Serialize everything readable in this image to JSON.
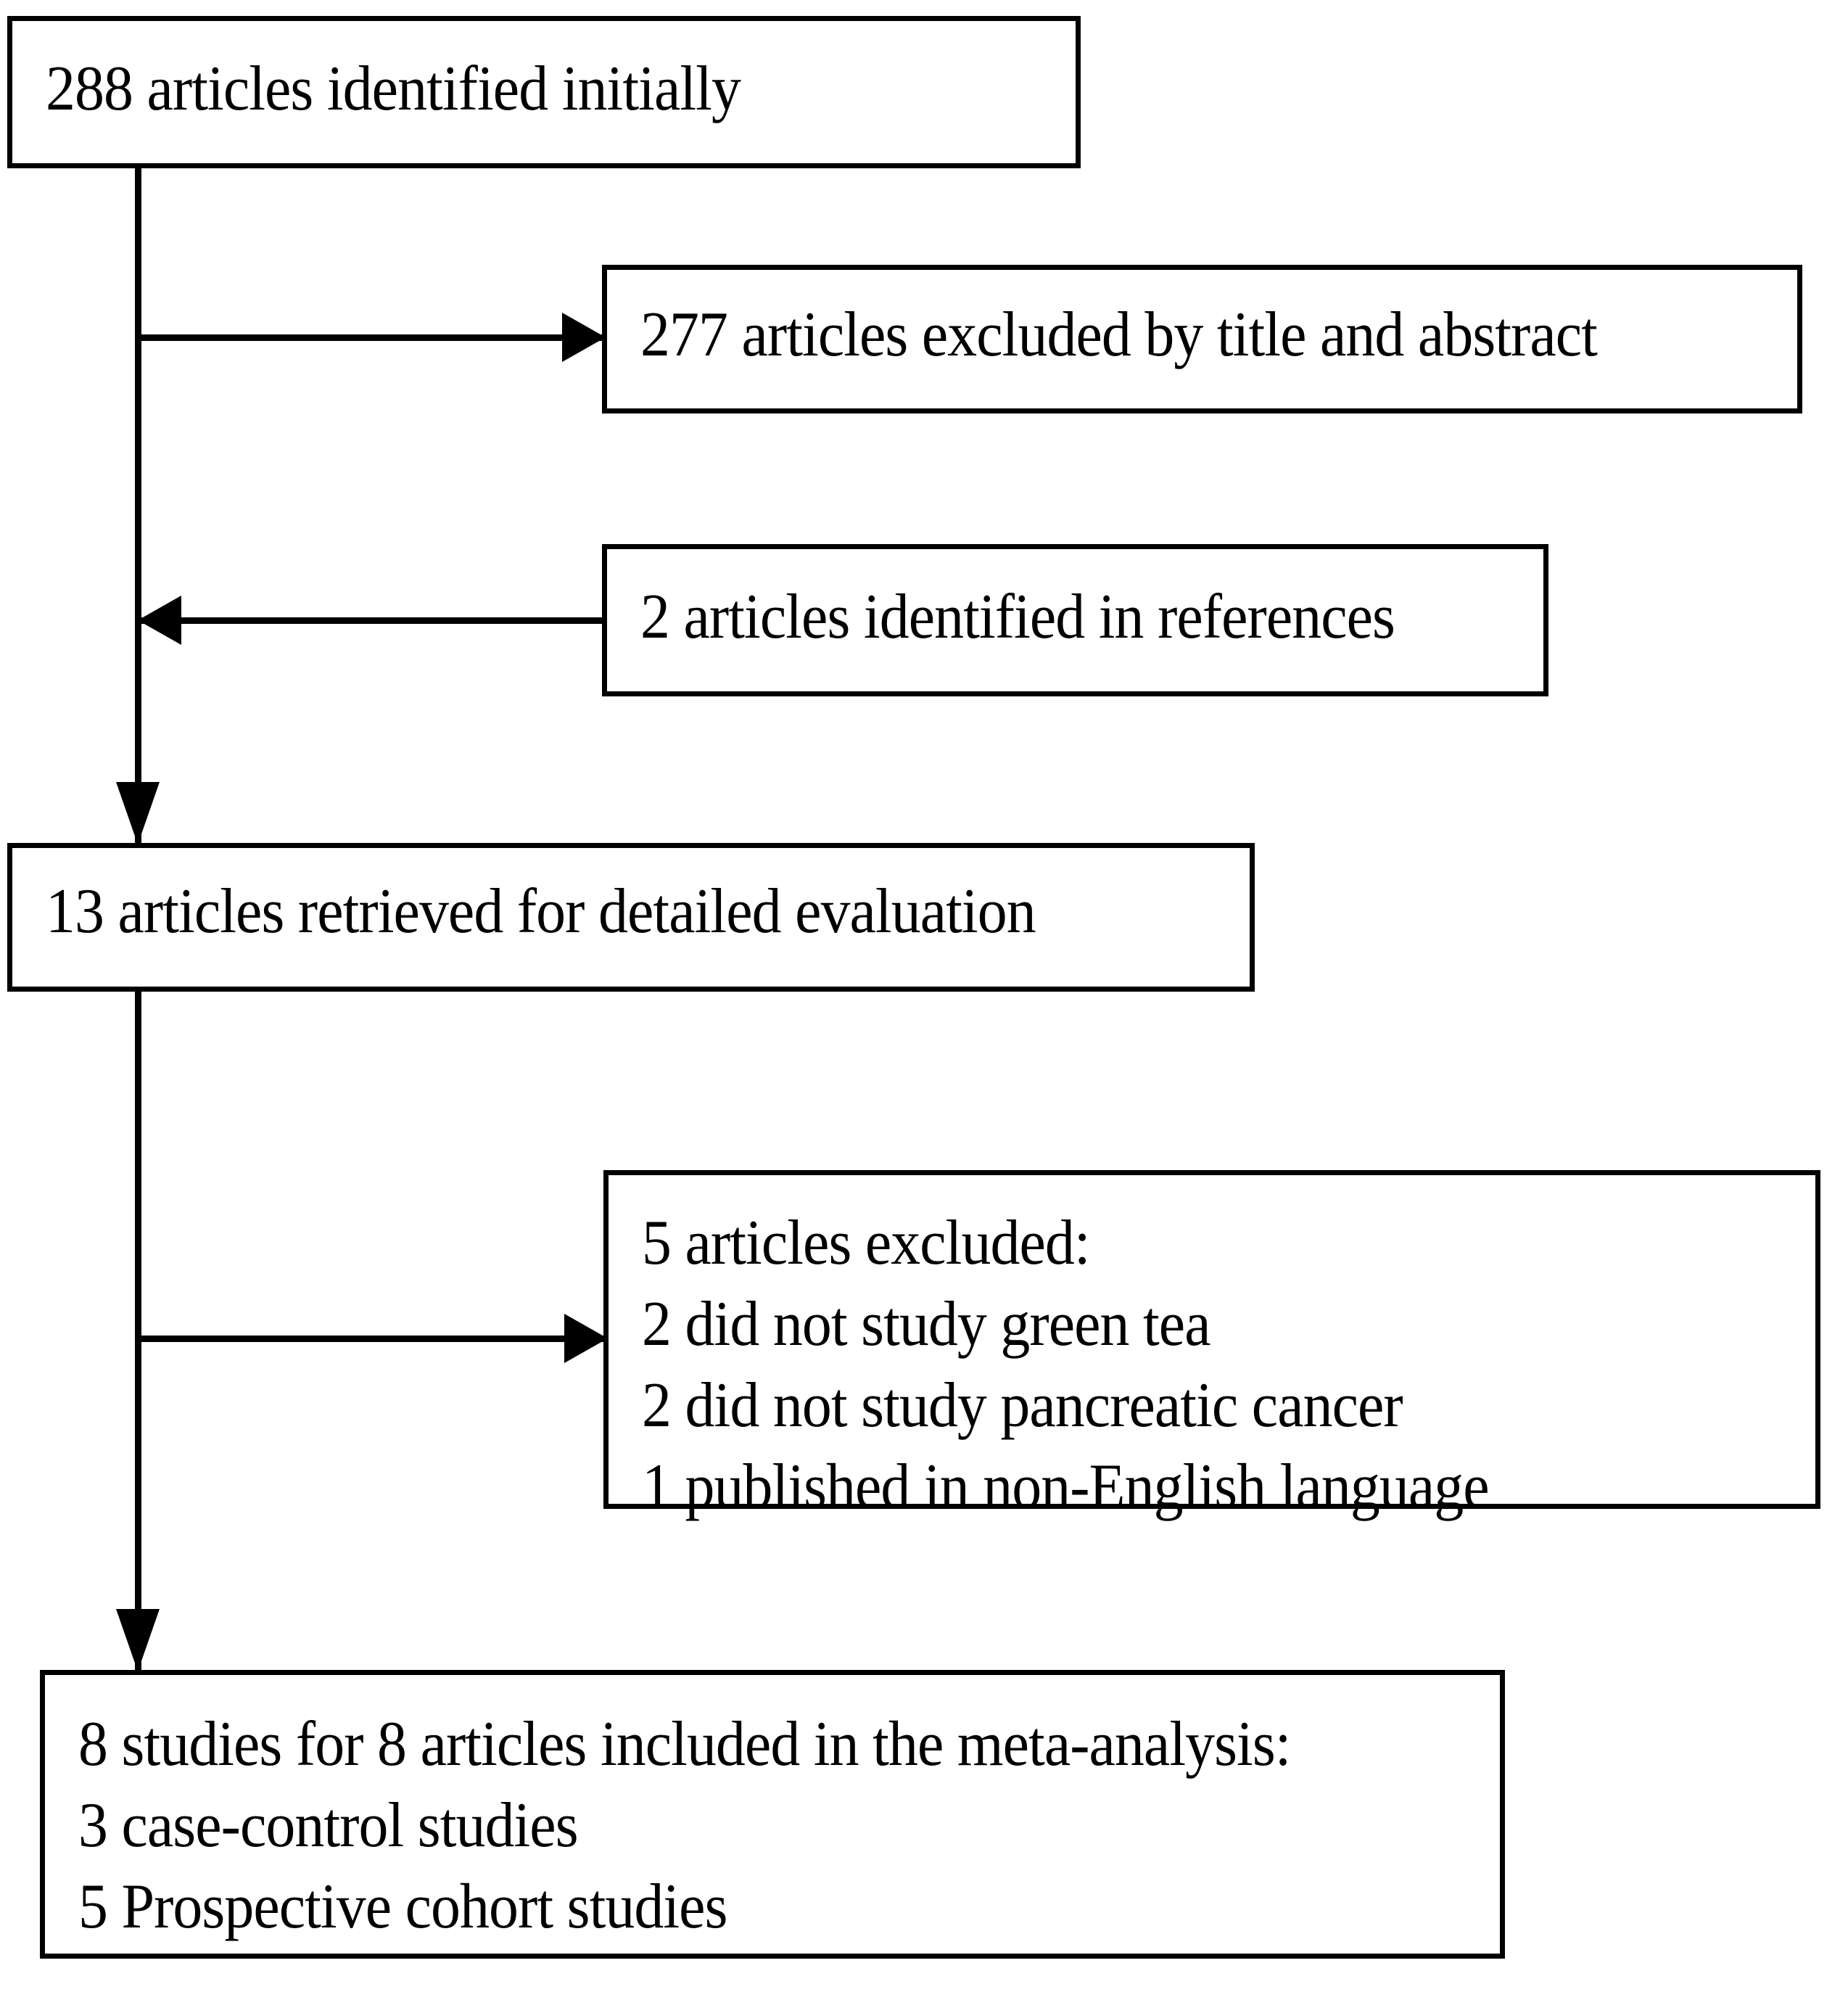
{
  "diagram": {
    "title": "Study selection flow diagram",
    "stroke_color": "#000000",
    "background_color": "#ffffff",
    "nodes": {
      "identified": {
        "id": "identified",
        "text": "288 articles identified initially",
        "count": 288
      },
      "excluded_title_abstract": {
        "id": "excluded-title-abstract",
        "text": "277 articles excluded by title and abstract",
        "count": 277
      },
      "references": {
        "id": "references",
        "text": "2 articles identified in references",
        "count": 2
      },
      "retrieved": {
        "id": "retrieved",
        "text": "13 articles retrieved for detailed evaluation",
        "count": 13
      },
      "excluded_five": {
        "id": "excluded-five",
        "heading": "5 articles excluded:",
        "count": 5,
        "reasons": [
          "2 did not study green tea",
          "2 did not study pancreatic cancer",
          "1 published in non-English language"
        ],
        "text": "5 articles excluded:\n 2 did not study green tea\n 2 did not study pancreatic cancer\n 1 published in non-English language"
      },
      "included": {
        "id": "included",
        "heading": "8 studies for 8 articles included in the meta-analysis:",
        "studies_count": 8,
        "articles_count": 8,
        "breakdown": [
          "3 case-control studies",
          "5 Prospective cohort studies"
        ],
        "text": "8 studies for 8 articles included in the meta-analysis:\n 3 case-control studies\n 5 Prospective cohort studies"
      }
    },
    "connectors": [
      {
        "id": "identified-to-retrieved",
        "from": "identified",
        "to": "retrieved",
        "direction": "down"
      },
      {
        "id": "identified-to-excluded-title",
        "from": "identified",
        "to": "excluded_title_abstract",
        "direction": "right"
      },
      {
        "id": "references-to-spine",
        "from": "references",
        "to": "retrieved",
        "direction": "left"
      },
      {
        "id": "retrieved-to-excluded-five",
        "from": "retrieved",
        "to": "excluded_five",
        "direction": "right"
      },
      {
        "id": "retrieved-to-included",
        "from": "retrieved",
        "to": "included",
        "direction": "down"
      }
    ]
  }
}
